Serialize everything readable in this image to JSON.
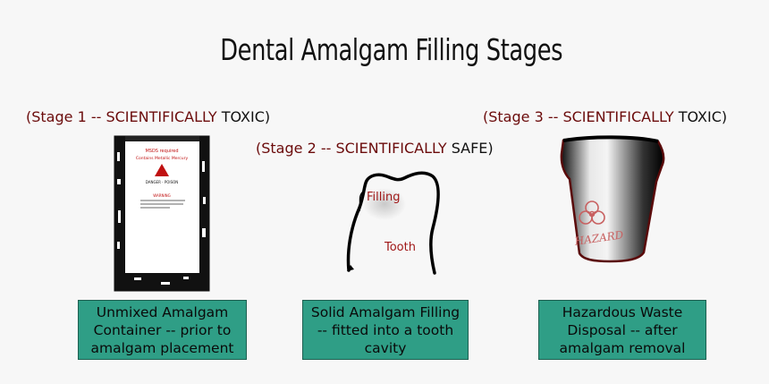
{
  "title": "Dental Amalgam Filling Stages",
  "stages": [
    {
      "label_prefix": "(Stage 1 -- SCIENTIFICALLY ",
      "label_suffix": "TOXIC)",
      "caption_lines": [
        "Unmixed Amalgam",
        "Container -- prior to",
        "amalgam placement"
      ],
      "container_text": {
        "line1": "MSDS required",
        "line2": "Contains Metallic Mercury",
        "line3": "DANGER - POISON",
        "line4": "WARNING"
      }
    },
    {
      "label_prefix": "(Stage 2 -- SCIENTIFICALLY ",
      "label_suffix": "SAFE)",
      "caption_lines": [
        "Solid Amalgam Filling",
        "-- fitted into a tooth",
        "cavity"
      ],
      "tooth_labels": {
        "filling": "Filling",
        "tooth": "Tooth"
      }
    },
    {
      "label_prefix": "(Stage 3 -- SCIENTIFICALLY ",
      "label_suffix": "TOXIC)",
      "caption_lines": [
        "Hazardous Waste",
        "Disposal -- after",
        "amalgam removal"
      ],
      "bin_text": "HAZARD"
    }
  ],
  "colors": {
    "accent_red": "#6b0b0b",
    "caption_box": "#2f9e86",
    "label_red": "#a01818"
  }
}
